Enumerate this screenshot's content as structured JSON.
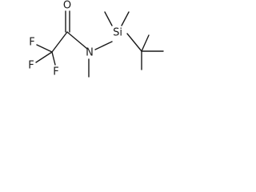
{
  "molecule": {
    "atoms": {
      "o": "O",
      "f1": "F",
      "f2": "F",
      "f3": "F",
      "n": "N",
      "si": "Si"
    },
    "colors": {
      "ink": "#1a1a1a",
      "background": "#ffffff"
    }
  }
}
